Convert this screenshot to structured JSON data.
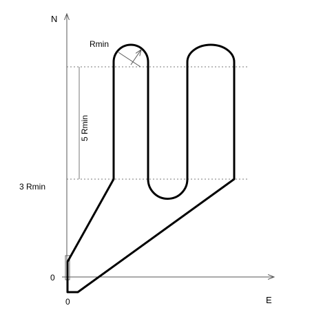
{
  "axes": {
    "north_label": "N",
    "east_label": "E",
    "origin_y_label": "0",
    "origin_x_label": "0",
    "y_level_label": "3 Rmin"
  },
  "annotations": {
    "radius_label": "Rmin",
    "height_label": "5 Rmin"
  },
  "colors": {
    "path": "#000000",
    "axis": "#555555",
    "guide": "#777777",
    "text": "#000000"
  }
}
